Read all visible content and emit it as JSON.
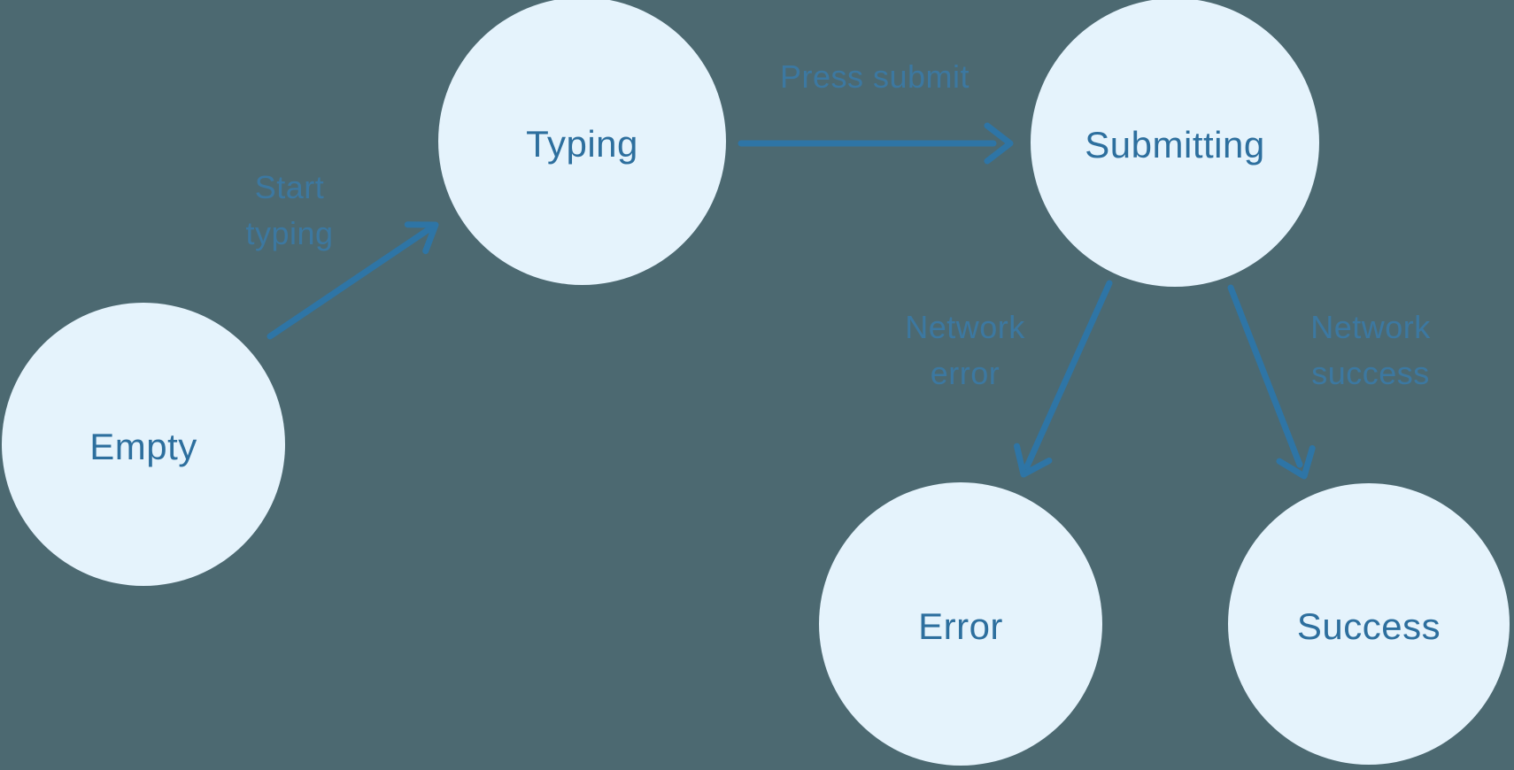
{
  "diagram": {
    "type": "state-machine",
    "nodes": [
      {
        "id": "empty",
        "label": "Empty"
      },
      {
        "id": "typing",
        "label": "Typing"
      },
      {
        "id": "submitting",
        "label": "Submitting"
      },
      {
        "id": "error",
        "label": "Error"
      },
      {
        "id": "success",
        "label": "Success"
      }
    ],
    "edges": [
      {
        "from": "empty",
        "to": "typing",
        "label": "Start typing"
      },
      {
        "from": "typing",
        "to": "submitting",
        "label": "Press submit"
      },
      {
        "from": "submitting",
        "to": "error",
        "label": "Network error"
      },
      {
        "from": "submitting",
        "to": "success",
        "label": "Network success"
      }
    ]
  },
  "colors": {
    "background": "#4C6971",
    "node-fill": "#E5F3FC",
    "node-text": "#2D6F9E",
    "arrow": "#2E75A6",
    "edge-label": "#3B7AA6"
  }
}
